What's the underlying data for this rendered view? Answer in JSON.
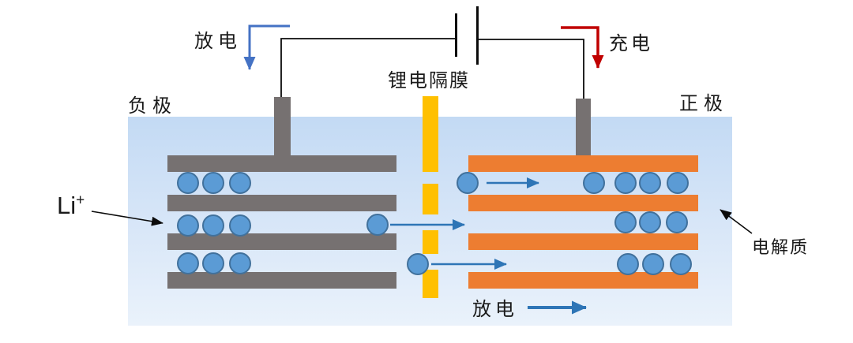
{
  "labels": {
    "discharge_top": "放电",
    "charge": "充电",
    "separator": "锂电隔膜",
    "negative": "负极",
    "positive": "正极",
    "li_ion": "Li",
    "li_ion_sup": "+",
    "electrolyte": "电解质",
    "discharge_bottom": "放电"
  },
  "colors": {
    "electrolyte_top": "#c3daf4",
    "electrolyte_bottom": "#eaf2fb",
    "negative_electrode": "#767171",
    "positive_electrode": "#ed7d31",
    "separator": "#ffc000",
    "ion_fill": "#5b9bd5",
    "ion_border": "#41719c",
    "discharge_arrow": "#4472c4",
    "charge_arrow": "#c00000",
    "ion_arrow": "#2e75b6",
    "wire": "#0b0b0b",
    "text": "#1a1a1a"
  },
  "diagram": {
    "negative_electrode": {
      "label": "负极",
      "plate_count": 4,
      "ion_rows": [
        3,
        3,
        3
      ]
    },
    "positive_electrode": {
      "label": "正极",
      "plate_count": 4,
      "ion_rows": [
        4,
        3,
        3
      ]
    },
    "separator": {
      "label": "锂电隔膜",
      "segment_count": 4
    },
    "migrating_ion_count": 3
  }
}
